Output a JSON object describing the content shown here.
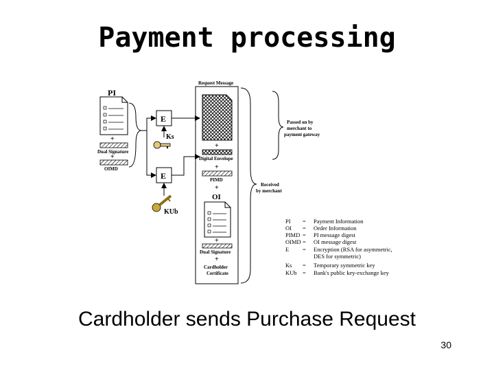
{
  "slide": {
    "title": "Payment processing",
    "caption": "Cardholder sends Purchase Request",
    "page_number": "30"
  },
  "diagram": {
    "left_pi": "PI",
    "left_plus_1": "+",
    "left_dual_signature": "Dual Signature",
    "left_plus_2": "+",
    "left_oimd": "OIMD",
    "box_e1": "E",
    "box_e2": "E",
    "key_ks": "Ks",
    "key_kub": "KUb",
    "request_message": "Request Message",
    "rm_plus_1": "+",
    "rm_digital_envelope": "Digital Envelope",
    "rm_plus_2": "+",
    "rm_pimd": "PIMD",
    "rm_plus_3": "+",
    "rm_oi": "OI",
    "rm_plus_4": "+",
    "rm_dual_signature": "Dual Signature",
    "rm_plus_5": "+",
    "rm_cardholder_certificate_1": "Cardholder",
    "rm_cardholder_certificate_2": "Certificate",
    "brace_passed_1": "Passed on by",
    "brace_passed_2": "merchant to",
    "brace_passed_3": "payment gateway",
    "brace_received_1": "Received",
    "brace_received_2": "by merchant"
  },
  "legend": [
    {
      "abbr": "PI",
      "eq": "=",
      "desc": "Payment Information"
    },
    {
      "abbr": "OI",
      "eq": "=",
      "desc": "Order Information"
    },
    {
      "abbr": "PIMD",
      "eq": "=",
      "desc": "PI message digest"
    },
    {
      "abbr": "OIMD",
      "eq": "=",
      "desc": "OI message digest"
    },
    {
      "abbr": "E",
      "eq": "=",
      "desc": "Encryption (RSA for asymmetric,"
    },
    {
      "abbr": "",
      "eq": "",
      "desc": "DES for symmetric)"
    },
    {
      "abbr": "Ks",
      "eq": "=",
      "desc": "Temporary symmetric key"
    },
    {
      "abbr": "KUb",
      "eq": "=",
      "desc": "Bank's public key-exchange key"
    }
  ]
}
